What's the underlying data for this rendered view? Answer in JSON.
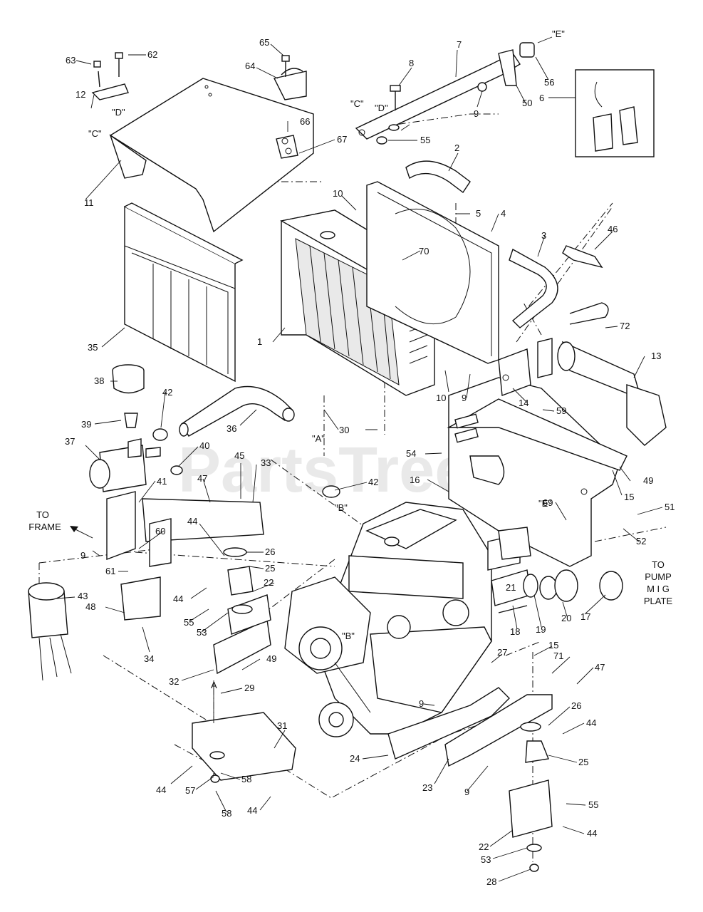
{
  "watermark": "PartsTree",
  "notes": {
    "to_frame_1": "TO",
    "to_frame_2": "FRAME",
    "to_pump_1": "TO",
    "to_pump_2": "PUMP",
    "to_pump_3": "M I G",
    "to_pump_4": "PLATE"
  },
  "callouts": [
    "\"E\"",
    "\"C\"",
    "\"D\"",
    "\"C\"",
    "\"D\"",
    "\"A\"",
    "\"B\"",
    "\"E\"",
    "\"B\"",
    "A"
  ],
  "parts": [
    "63",
    "62",
    "65",
    "7",
    "8",
    "56",
    "64",
    "2",
    "50",
    "6",
    "66",
    "67",
    "9",
    "55",
    "11",
    "10",
    "5",
    "4",
    "3",
    "46",
    "70",
    "35",
    "1",
    "72",
    "13",
    "38",
    "42",
    "36",
    "9",
    "14",
    "59",
    "39",
    "10",
    "30",
    "37",
    "40",
    "54",
    "49",
    "45",
    "47",
    "33",
    "42",
    "16",
    "15",
    "41",
    "69",
    "51",
    "44",
    "26",
    "52",
    "60",
    "25",
    "9",
    "61",
    "21",
    "22",
    "43",
    "44",
    "48",
    "55",
    "53",
    "18",
    "19",
    "20",
    "17",
    "34",
    "49",
    "32",
    "15",
    "27",
    "71",
    "47",
    "29",
    "9",
    "26",
    "44",
    "31",
    "24",
    "25",
    "44",
    "57",
    "58",
    "23",
    "9",
    "55",
    "58",
    "44",
    "22",
    "44",
    "53",
    "28",
    "12"
  ],
  "leader_texts": []
}
